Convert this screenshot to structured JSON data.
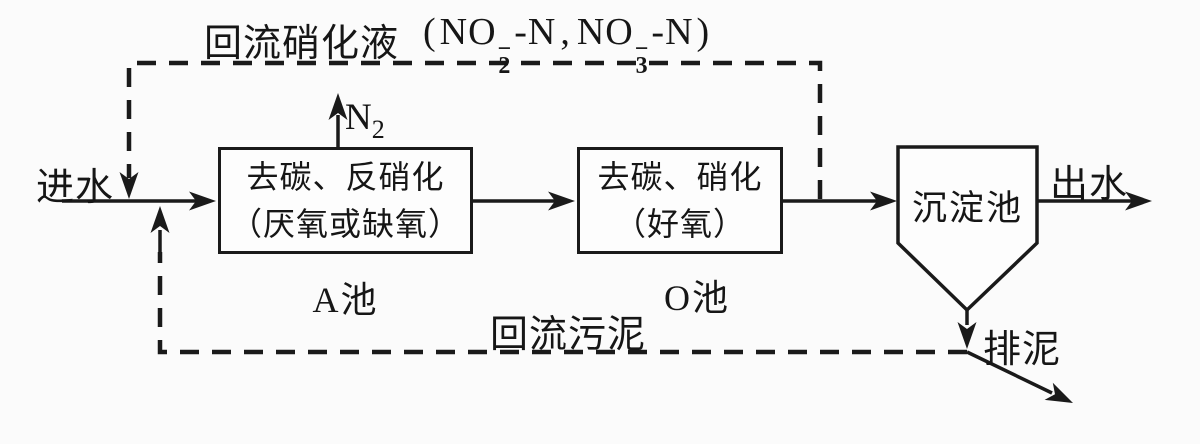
{
  "colors": {
    "line": "#1a1a1a",
    "background": "#fbfbfb",
    "box_fill": "#fdfdfd",
    "text": "#161616"
  },
  "labels": {
    "recycle_nitrified_liquid": "回流硝化液",
    "influent": "进水",
    "effluent": "出水",
    "return_sludge": "回流污泥",
    "sludge_discharge": "排泥"
  },
  "formula": {
    "open_paren": "(",
    "no2_base": "NO",
    "no2_sup": "−",
    "no2_sub": "2",
    "no2_tail": "-N",
    "separator": ",",
    "no3_base": "NO",
    "no3_sup": "−",
    "no3_sub": "3",
    "no3_tail": "-N",
    "close_paren": ")"
  },
  "nitrogen_gas": {
    "base": "N",
    "sub": "2"
  },
  "boxes": {
    "anoxic": {
      "line1": "去碳、反硝化",
      "line2": "（厌氧或缺氧）",
      "caption": "A池"
    },
    "oxic": {
      "line1": "去碳、硝化",
      "line2": "（好氧）",
      "caption": "O池"
    },
    "clarifier": {
      "label": "沉淀池"
    }
  }
}
